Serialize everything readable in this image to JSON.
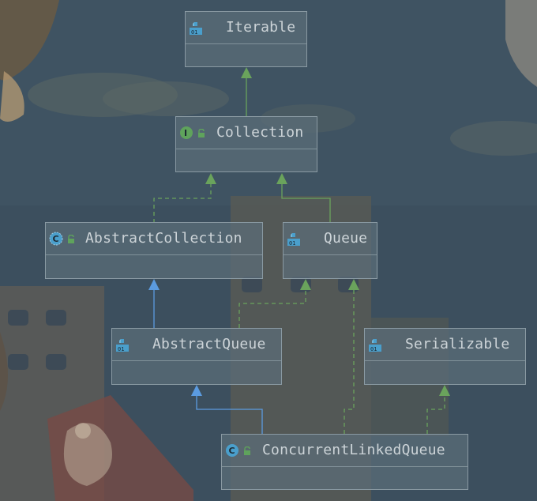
{
  "diagram": {
    "nodes": {
      "iterable": {
        "name": "Iterable",
        "kind": "interface"
      },
      "collection": {
        "name": "Collection",
        "kind": "interface-i"
      },
      "abstract_collection": {
        "name": "AbstractCollection",
        "kind": "abstract-class"
      },
      "queue": {
        "name": "Queue",
        "kind": "interface"
      },
      "abstract_queue": {
        "name": "AbstractQueue",
        "kind": "interface"
      },
      "serializable": {
        "name": "Serializable",
        "kind": "interface"
      },
      "concurrent_linked_queue": {
        "name": "ConcurrentLinkedQueue",
        "kind": "class"
      }
    },
    "relations": [
      {
        "from": "Collection",
        "to": "Iterable",
        "type": "extends"
      },
      {
        "from": "AbstractCollection",
        "to": "Collection",
        "type": "implements"
      },
      {
        "from": "Queue",
        "to": "Collection",
        "type": "extends"
      },
      {
        "from": "AbstractQueue",
        "to": "AbstractCollection",
        "type": "extends"
      },
      {
        "from": "AbstractQueue",
        "to": "Queue",
        "type": "implements"
      },
      {
        "from": "ConcurrentLinkedQueue",
        "to": "AbstractQueue",
        "type": "extends"
      },
      {
        "from": "ConcurrentLinkedQueue",
        "to": "Queue",
        "type": "implements"
      },
      {
        "from": "ConcurrentLinkedQueue",
        "to": "Serializable",
        "type": "implements"
      }
    ],
    "colors": {
      "interface_edge": "#6aa35c",
      "class_edge": "#5b9be0",
      "node_border": "#8a9aa3",
      "node_text": "#cdd4d8",
      "interface_icon": "#4a9fcc",
      "i_badge": "#5fa35c",
      "lock": "#5fa35c"
    }
  }
}
